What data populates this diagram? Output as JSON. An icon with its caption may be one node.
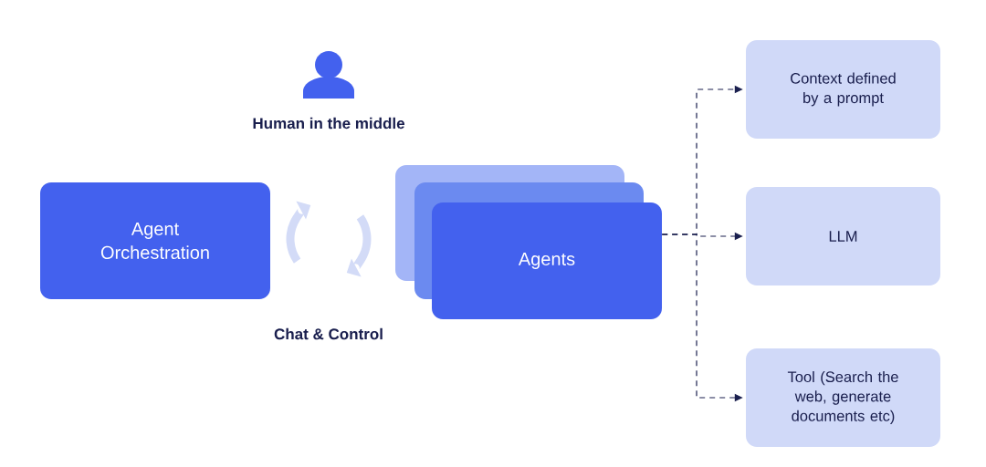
{
  "diagram": {
    "nodes": [
      {
        "text": [
          "Agent Orchestration"
        ]
      },
      {
        "text": [
          "Agents"
        ]
      },
      {
        "text": [
          "Context defined by a prompt"
        ]
      },
      {
        "text": [
          "LLM"
        ]
      },
      {
        "text": [
          "Tool (Search the web, generate documents etc)"
        ]
      }
    ],
    "edges": [
      {
        "from": 1,
        "to": 2,
        "arrow": "to",
        "style": "dashed"
      },
      {
        "from": 1,
        "to": 3,
        "arrow": "to",
        "style": "dashed"
      },
      {
        "from": 1,
        "to": 4,
        "arrow": "to",
        "style": "dashed"
      }
    ],
    "labels": [
      "Human in the middle",
      "Chat & Control"
    ]
  }
}
